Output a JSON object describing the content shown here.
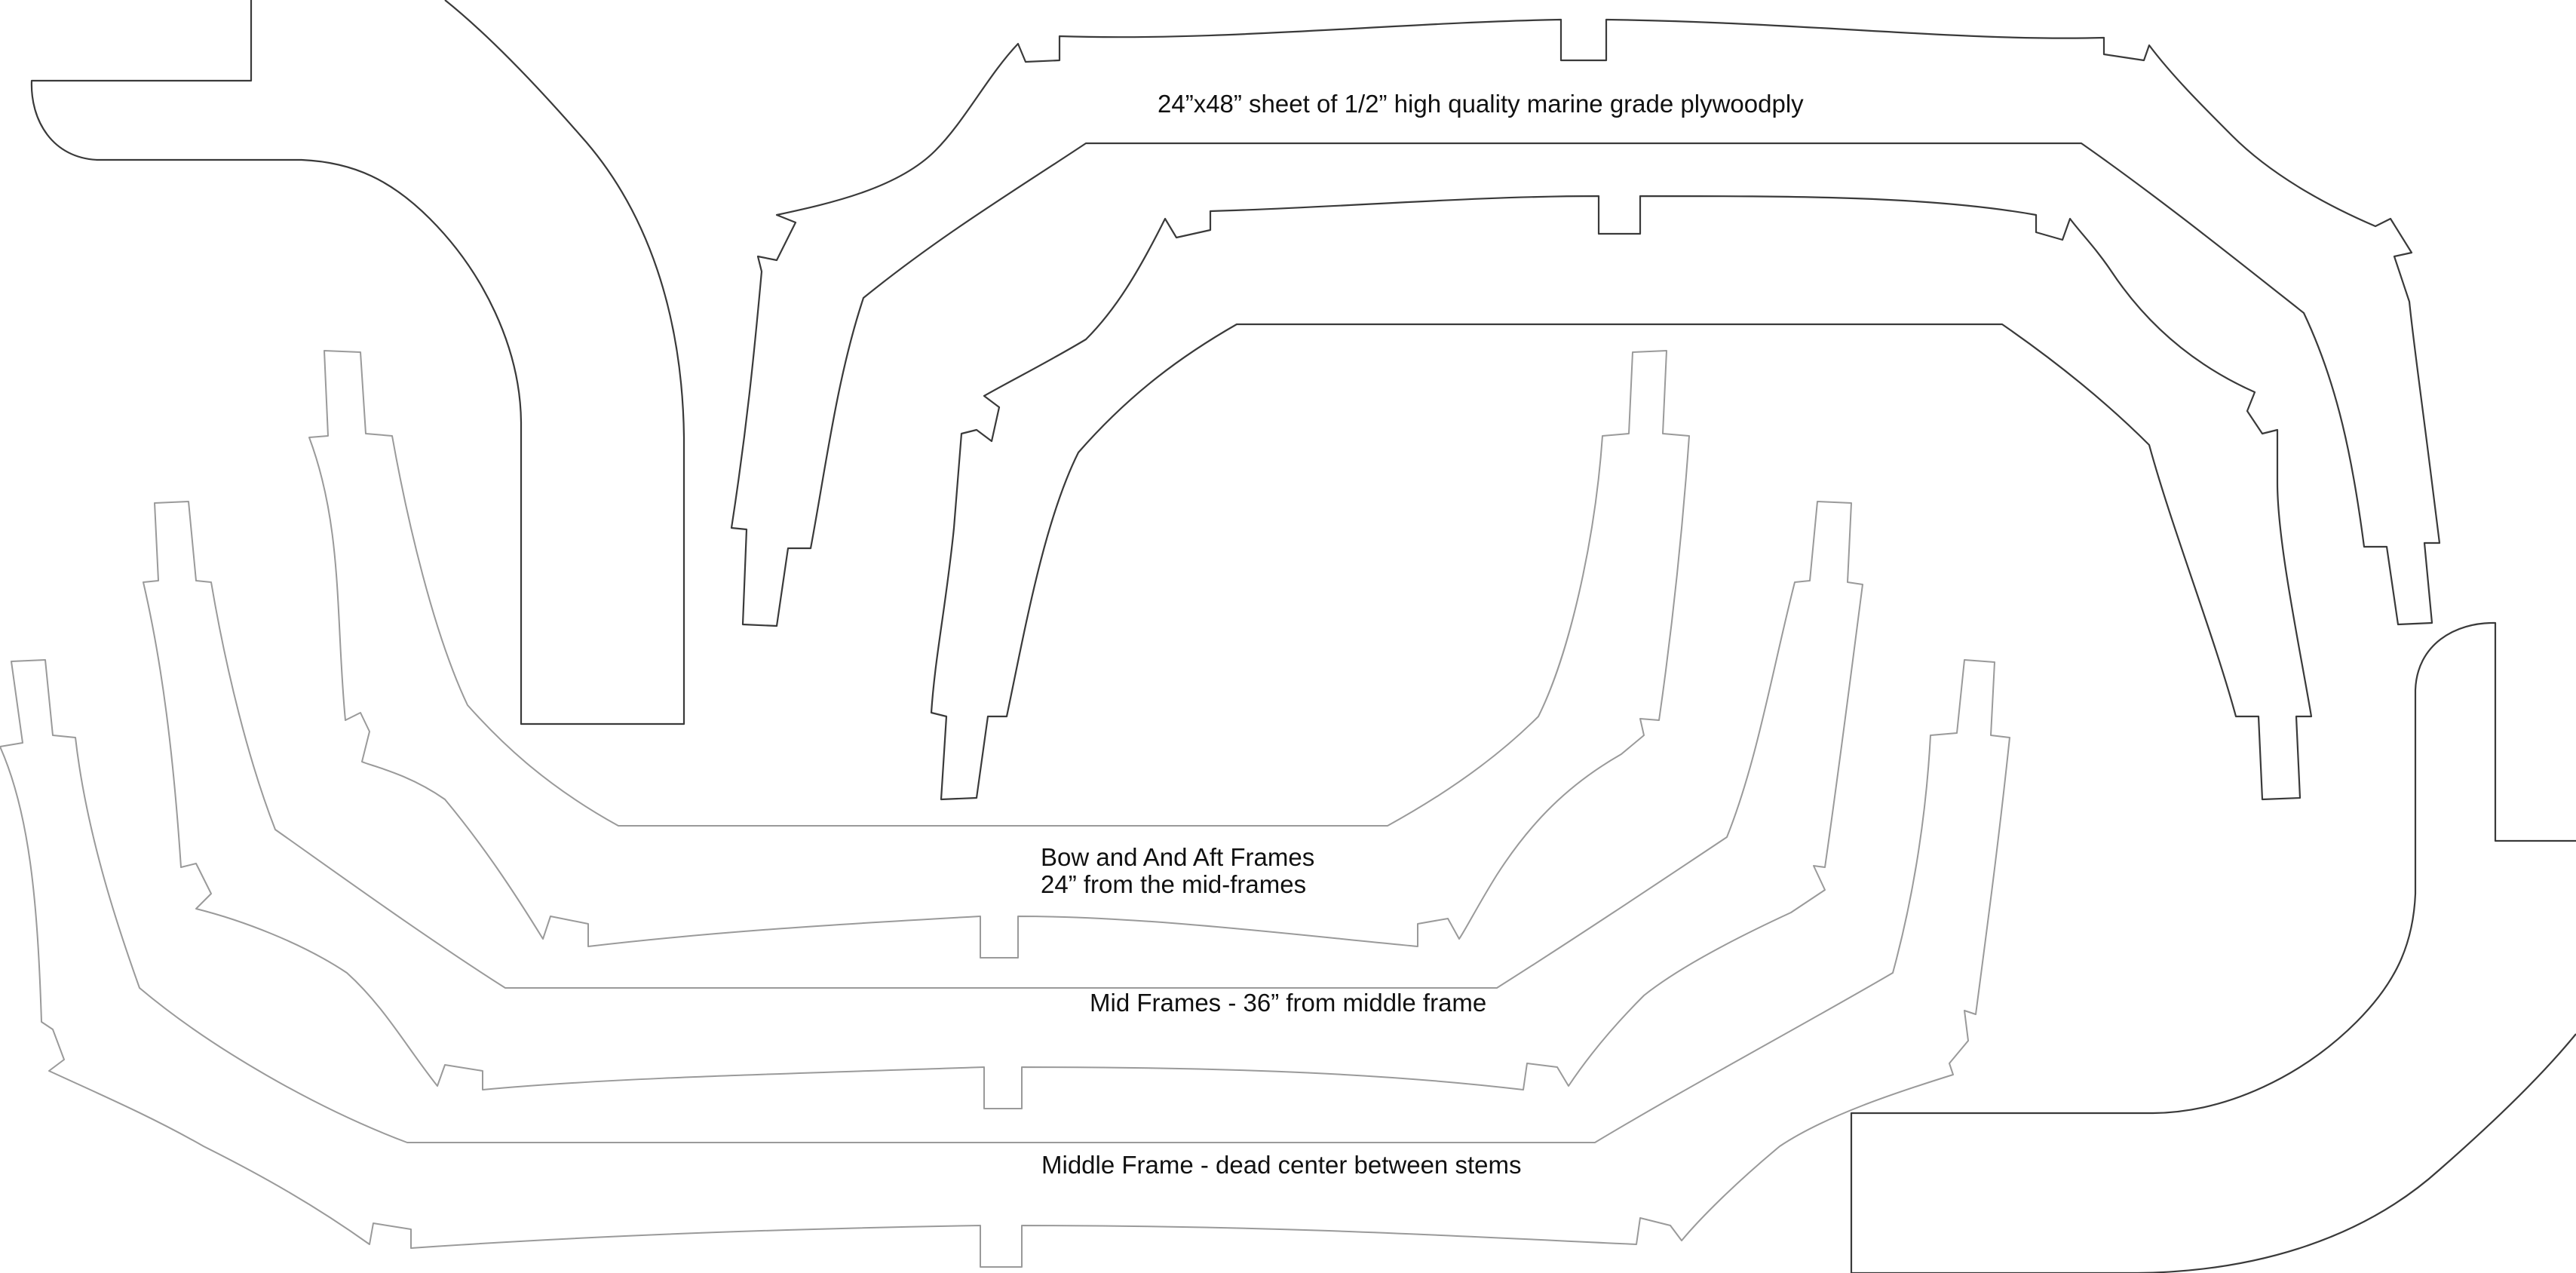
{
  "labels": {
    "sheet": "24”x48” sheet of 1/2” high quality marine grade plywoodply",
    "bow_line1": "Bow and And Aft Frames",
    "bow_line2": "24” from the mid-frames",
    "mid_frames": "Mid Frames - 36” from middle frame",
    "middle_frame": "Middle Frame - dead center between stems"
  },
  "colors": {
    "background": "#ffffff",
    "outline_dark": "#3a3a3a",
    "outline_light": "#9a9a9a",
    "text": "#111111"
  }
}
